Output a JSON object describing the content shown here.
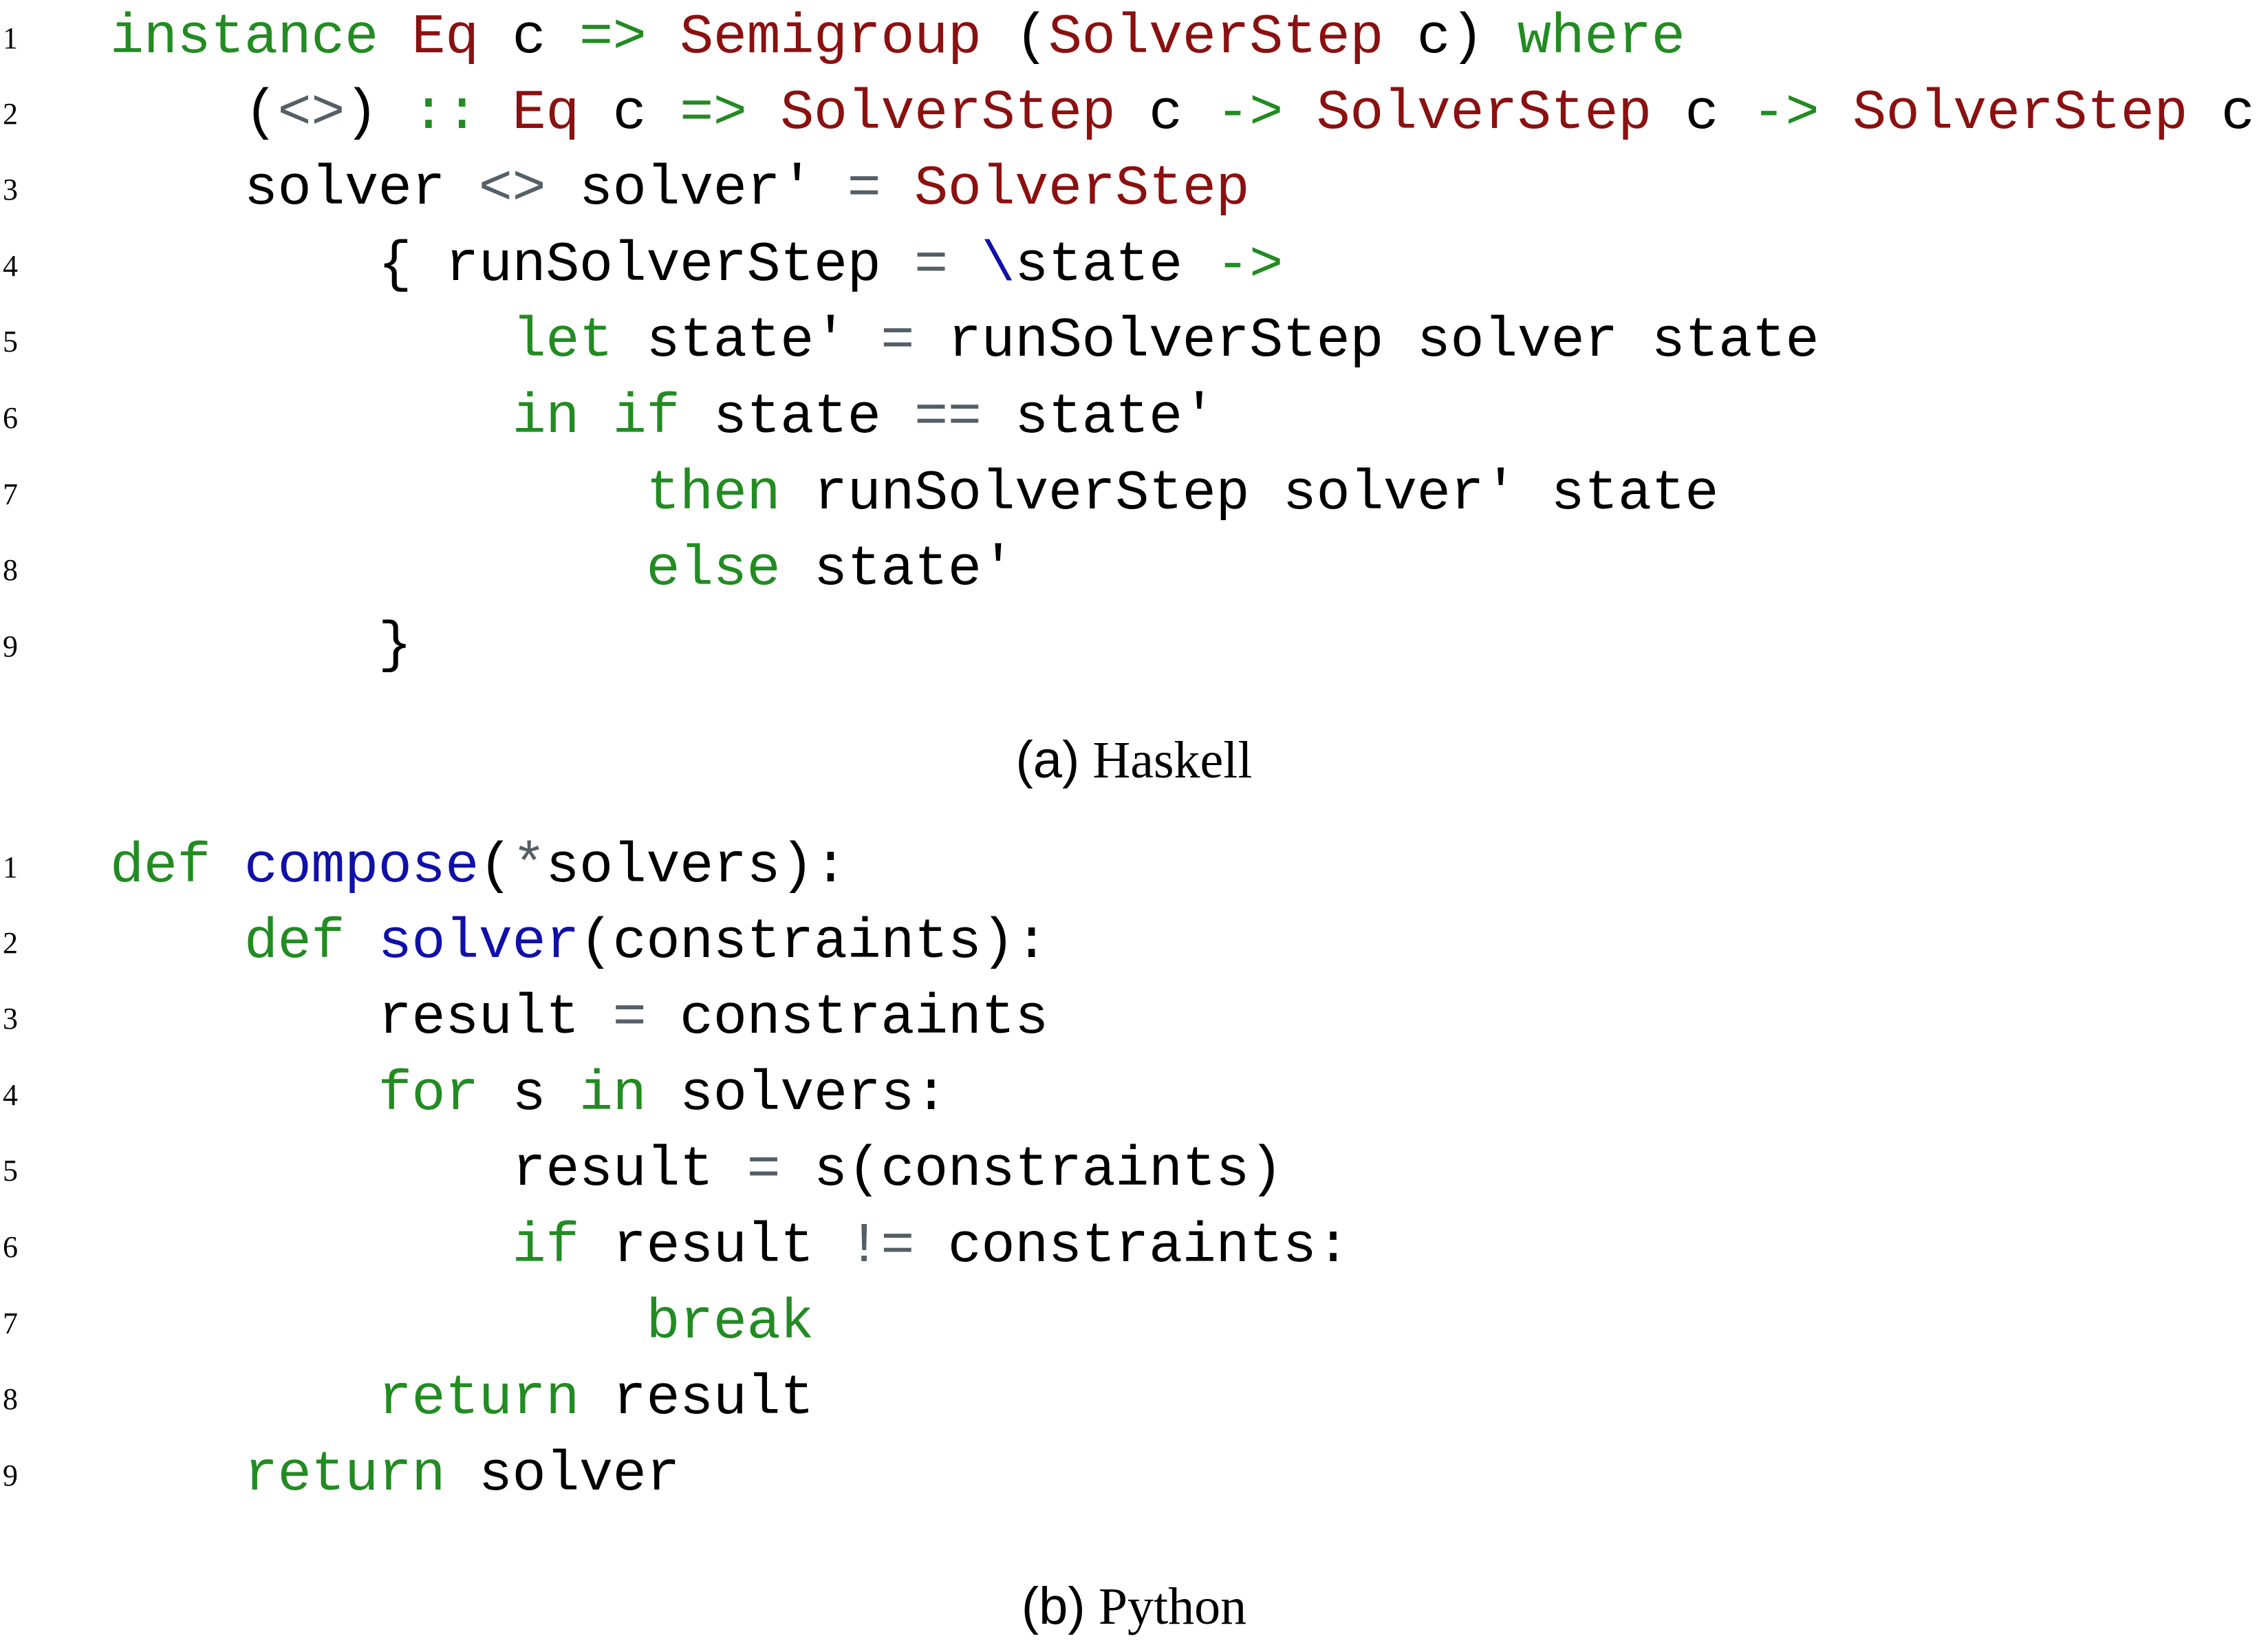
{
  "listings": [
    {
      "caption_tag": "(a)",
      "caption_text": "Haskell",
      "lines": [
        {
          "number": "1",
          "tokens": [
            {
              "text": "instance",
              "kind": "kw"
            },
            {
              "text": " ",
              "kind": "pl"
            },
            {
              "text": "Eq",
              "kind": "ty"
            },
            {
              "text": " c ",
              "kind": "pl"
            },
            {
              "text": "=>",
              "kind": "kw"
            },
            {
              "text": " ",
              "kind": "pl"
            },
            {
              "text": "Semigroup",
              "kind": "ty"
            },
            {
              "text": " (",
              "kind": "pl"
            },
            {
              "text": "SolverStep",
              "kind": "ty"
            },
            {
              "text": " c) ",
              "kind": "pl"
            },
            {
              "text": "where",
              "kind": "kw"
            }
          ]
        },
        {
          "number": "2",
          "tokens": [
            {
              "text": "    (",
              "kind": "pl"
            },
            {
              "text": "<>",
              "kind": "op"
            },
            {
              "text": ") ",
              "kind": "pl"
            },
            {
              "text": "::",
              "kind": "kw"
            },
            {
              "text": " ",
              "kind": "pl"
            },
            {
              "text": "Eq",
              "kind": "ty"
            },
            {
              "text": " c ",
              "kind": "pl"
            },
            {
              "text": "=>",
              "kind": "kw"
            },
            {
              "text": " ",
              "kind": "pl"
            },
            {
              "text": "SolverStep",
              "kind": "ty"
            },
            {
              "text": " c ",
              "kind": "pl"
            },
            {
              "text": "->",
              "kind": "kw"
            },
            {
              "text": " ",
              "kind": "pl"
            },
            {
              "text": "SolverStep",
              "kind": "ty"
            },
            {
              "text": " c ",
              "kind": "pl"
            },
            {
              "text": "->",
              "kind": "kw"
            },
            {
              "text": " ",
              "kind": "pl"
            },
            {
              "text": "SolverStep",
              "kind": "ty"
            },
            {
              "text": " c",
              "kind": "pl"
            }
          ]
        },
        {
          "number": "3",
          "tokens": [
            {
              "text": "    solver ",
              "kind": "pl"
            },
            {
              "text": "<>",
              "kind": "op"
            },
            {
              "text": " solver' ",
              "kind": "pl"
            },
            {
              "text": "=",
              "kind": "op"
            },
            {
              "text": " ",
              "kind": "pl"
            },
            {
              "text": "SolverStep",
              "kind": "ty"
            }
          ]
        },
        {
          "number": "4",
          "tokens": [
            {
              "text": "        { runSolverStep ",
              "kind": "pl"
            },
            {
              "text": "=",
              "kind": "op"
            },
            {
              "text": " ",
              "kind": "pl"
            },
            {
              "text": "\\",
              "kind": "fn"
            },
            {
              "text": "state ",
              "kind": "pl"
            },
            {
              "text": "->",
              "kind": "kw"
            }
          ]
        },
        {
          "number": "5",
          "tokens": [
            {
              "text": "            ",
              "kind": "pl"
            },
            {
              "text": "let",
              "kind": "kw"
            },
            {
              "text": " state' ",
              "kind": "pl"
            },
            {
              "text": "=",
              "kind": "op"
            },
            {
              "text": " runSolverStep solver state",
              "kind": "pl"
            }
          ]
        },
        {
          "number": "6",
          "tokens": [
            {
              "text": "            ",
              "kind": "pl"
            },
            {
              "text": "in",
              "kind": "kw"
            },
            {
              "text": " ",
              "kind": "pl"
            },
            {
              "text": "if",
              "kind": "kw"
            },
            {
              "text": " state ",
              "kind": "pl"
            },
            {
              "text": "==",
              "kind": "op"
            },
            {
              "text": " state'",
              "kind": "pl"
            }
          ]
        },
        {
          "number": "7",
          "tokens": [
            {
              "text": "                ",
              "kind": "pl"
            },
            {
              "text": "then",
              "kind": "kw"
            },
            {
              "text": " runSolverStep solver' state",
              "kind": "pl"
            }
          ]
        },
        {
          "number": "8",
          "tokens": [
            {
              "text": "                ",
              "kind": "pl"
            },
            {
              "text": "else",
              "kind": "kw"
            },
            {
              "text": " state'",
              "kind": "pl"
            }
          ]
        },
        {
          "number": "9",
          "tokens": [
            {
              "text": "        }",
              "kind": "pl"
            }
          ]
        }
      ]
    },
    {
      "caption_tag": "(b)",
      "caption_text": "Python",
      "lines": [
        {
          "number": "1",
          "tokens": [
            {
              "text": "def",
              "kind": "kw"
            },
            {
              "text": " ",
              "kind": "pl"
            },
            {
              "text": "compose",
              "kind": "fn"
            },
            {
              "text": "(",
              "kind": "pl"
            },
            {
              "text": "*",
              "kind": "op"
            },
            {
              "text": "solvers):",
              "kind": "pl"
            }
          ]
        },
        {
          "number": "2",
          "tokens": [
            {
              "text": "    ",
              "kind": "pl"
            },
            {
              "text": "def",
              "kind": "kw"
            },
            {
              "text": " ",
              "kind": "pl"
            },
            {
              "text": "solver",
              "kind": "fn"
            },
            {
              "text": "(constraints):",
              "kind": "pl"
            }
          ]
        },
        {
          "number": "3",
          "tokens": [
            {
              "text": "        result ",
              "kind": "pl"
            },
            {
              "text": "=",
              "kind": "op"
            },
            {
              "text": " constraints",
              "kind": "pl"
            }
          ]
        },
        {
          "number": "4",
          "tokens": [
            {
              "text": "        ",
              "kind": "pl"
            },
            {
              "text": "for",
              "kind": "kw"
            },
            {
              "text": " s ",
              "kind": "pl"
            },
            {
              "text": "in",
              "kind": "kw"
            },
            {
              "text": " solvers:",
              "kind": "pl"
            }
          ]
        },
        {
          "number": "5",
          "tokens": [
            {
              "text": "            result ",
              "kind": "pl"
            },
            {
              "text": "=",
              "kind": "op"
            },
            {
              "text": " s(constraints)",
              "kind": "pl"
            }
          ]
        },
        {
          "number": "6",
          "tokens": [
            {
              "text": "            ",
              "kind": "pl"
            },
            {
              "text": "if",
              "kind": "kw"
            },
            {
              "text": " result ",
              "kind": "pl"
            },
            {
              "text": "!=",
              "kind": "op"
            },
            {
              "text": " constraints:",
              "kind": "pl"
            }
          ]
        },
        {
          "number": "7",
          "tokens": [
            {
              "text": "                ",
              "kind": "pl"
            },
            {
              "text": "break",
              "kind": "kw"
            }
          ]
        },
        {
          "number": "8",
          "tokens": [
            {
              "text": "        ",
              "kind": "pl"
            },
            {
              "text": "return",
              "kind": "kw"
            },
            {
              "text": " result",
              "kind": "pl"
            }
          ]
        },
        {
          "number": "9",
          "tokens": [
            {
              "text": "    ",
              "kind": "pl"
            },
            {
              "text": "return",
              "kind": "kw"
            },
            {
              "text": " solver",
              "kind": "pl"
            }
          ]
        }
      ]
    }
  ],
  "colors": {
    "keyword": "#228b22",
    "type": "#8b1010",
    "function": "#1010a8",
    "operator": "#555f66",
    "text": "#000000",
    "background": "#ffffff"
  }
}
